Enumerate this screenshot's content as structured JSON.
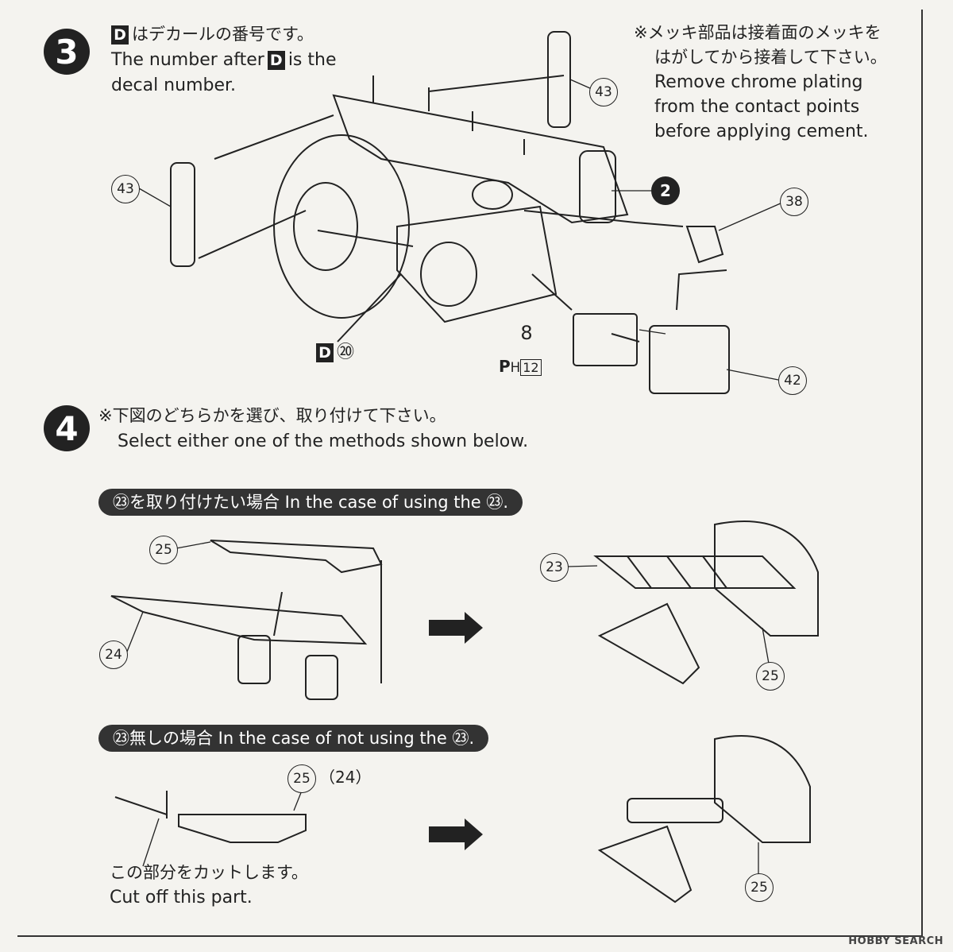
{
  "step3": {
    "number": "3",
    "note_jp": "はデカールの番号です。",
    "note_en_1": "The number after",
    "note_en_2": "is the",
    "note_en_3": "decal number.",
    "decal_letter": "D",
    "chrome_jp_1": "※メッキ部品は接着面のメッキを",
    "chrome_jp_2": "はがしてから接着して下さい。",
    "chrome_en_1": "Remove chrome plating",
    "chrome_en_2": "from the contact points",
    "chrome_en_3": "before applying cement.",
    "parts": {
      "p43a": "43",
      "p43b": "43",
      "p2": "2",
      "p38": "38",
      "p8": "8",
      "p42": "42",
      "decal20": "⑳"
    },
    "ph_label": "P",
    "ph_sub": "H",
    "ph_num": "12"
  },
  "step4": {
    "number": "4",
    "select_jp": "※下図のどちらかを選び、取り付けて下さい。",
    "select_en": "Select either one of the methods shown below.",
    "banner1": "㉓を取り付けたい場合 In the case of using the ㉓.",
    "banner2": "㉓無しの場合 In the case of not using the ㉓.",
    "parts": {
      "p25a": "25",
      "p24a": "24",
      "p23": "23",
      "p25b": "25",
      "p25c": "25",
      "p24c": "（24）",
      "p25d": "25"
    },
    "cut_jp": "この部分をカットします。",
    "cut_en": "Cut off this part."
  },
  "watermark": "HOBBY SEARCH"
}
